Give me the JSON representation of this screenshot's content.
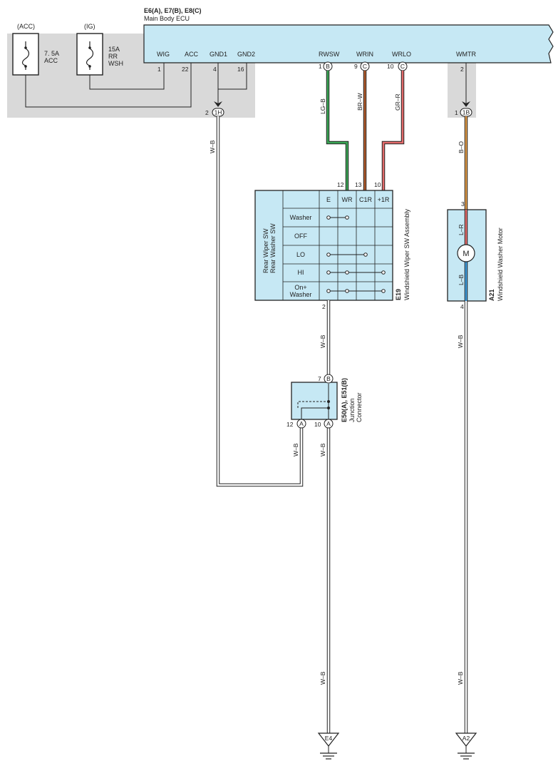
{
  "ecu": {
    "title": "E6(A), E7(B), E8(C)",
    "subtitle": "Main Body ECU",
    "terminals": {
      "wig": "WIG",
      "acc": "ACC",
      "gnd1": "GND1",
      "gnd2": "GND2",
      "rwsw": "RWSW",
      "wrin": "WRIN",
      "wrlo": "WRLO",
      "wmtr": "WMTR"
    },
    "pins": {
      "wig": "1",
      "acc": "22",
      "gnd1": "4",
      "gnd2": "16",
      "rwsw": "1",
      "wrin": "9",
      "wrlo": "10",
      "wmtr": "2"
    },
    "connectors": {
      "rwsw": "B",
      "wrin": "C",
      "wrlo": "C"
    }
  },
  "fuses": {
    "acc": {
      "header": "(ACC)",
      "rating": "7. 5A",
      "name": "ACC"
    },
    "ig": {
      "header": "(IG)",
      "rating": "15A",
      "name_line1": "RR",
      "name_line2": "WSH"
    }
  },
  "junctions": {
    "left": {
      "pin": "2",
      "id": "1H"
    },
    "right": {
      "pin": "1",
      "id": "1B"
    }
  },
  "switch": {
    "code": "E19",
    "name": "Windshield Wiper SW Assembly",
    "side_line1": "Rear Wiper SW",
    "side_line2": "Rear Washer SW",
    "columns": [
      "E",
      "WR",
      "C1R",
      "+1R"
    ],
    "col_pins": [
      "12",
      "13",
      "10"
    ],
    "rows": [
      "Washer",
      "OFF",
      "LO",
      "HI",
      "On+",
      "Washer"
    ],
    "bottom_pin": "2"
  },
  "motor": {
    "code": "A21",
    "name": "Windshield Washer Motor",
    "symbol": "M",
    "pin_top": "3",
    "pin_bottom": "4",
    "wire_top": "L–R",
    "wire_bottom": "L–B"
  },
  "junction_connector": {
    "code": "E50(A), E51(B)",
    "name_line1": "Junction",
    "name_line2": "Connector",
    "top_pin": "7",
    "top_conn": "B",
    "left_pin": "12",
    "left_conn": "A",
    "right_pin": "10",
    "right_conn": "A"
  },
  "wires": {
    "lg_b": "LG–B",
    "br_w": "BR–W",
    "gr_r": "GR–R",
    "b_o": "B–O",
    "w_b": "W–B"
  },
  "grounds": {
    "left": "E4",
    "right": "A2"
  },
  "colors": {
    "ecu_fill": "#c6e8f4",
    "shade": "#d9d9d9",
    "wire_green": "#3aa655",
    "wire_brown": "#b25a2a",
    "wire_red": "#e36b6b",
    "wire_orange": "#e09b48",
    "wire_blue": "#3f9fe0"
  }
}
